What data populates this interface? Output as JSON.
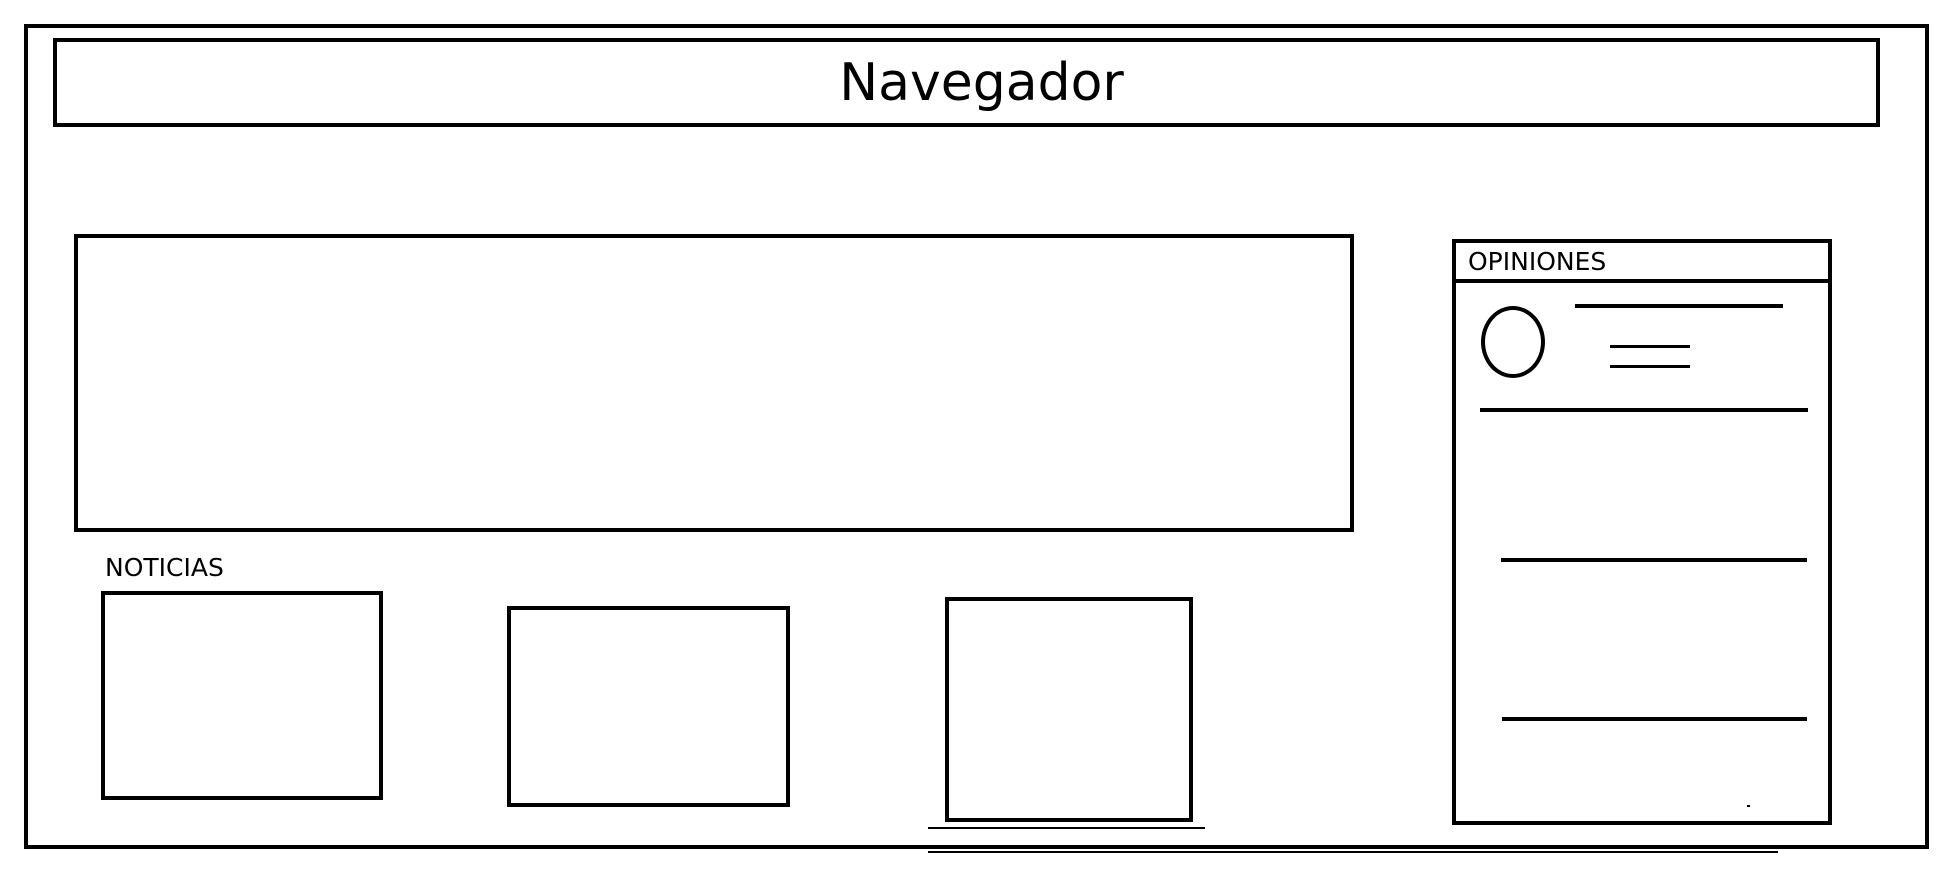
{
  "navbar": {
    "title": "Navegador"
  },
  "news": {
    "label": "NOTICIAS",
    "cards": [
      {
        "id": 1
      },
      {
        "id": 2
      },
      {
        "id": 3
      }
    ]
  },
  "opinions": {
    "label": "OPINIONES"
  }
}
